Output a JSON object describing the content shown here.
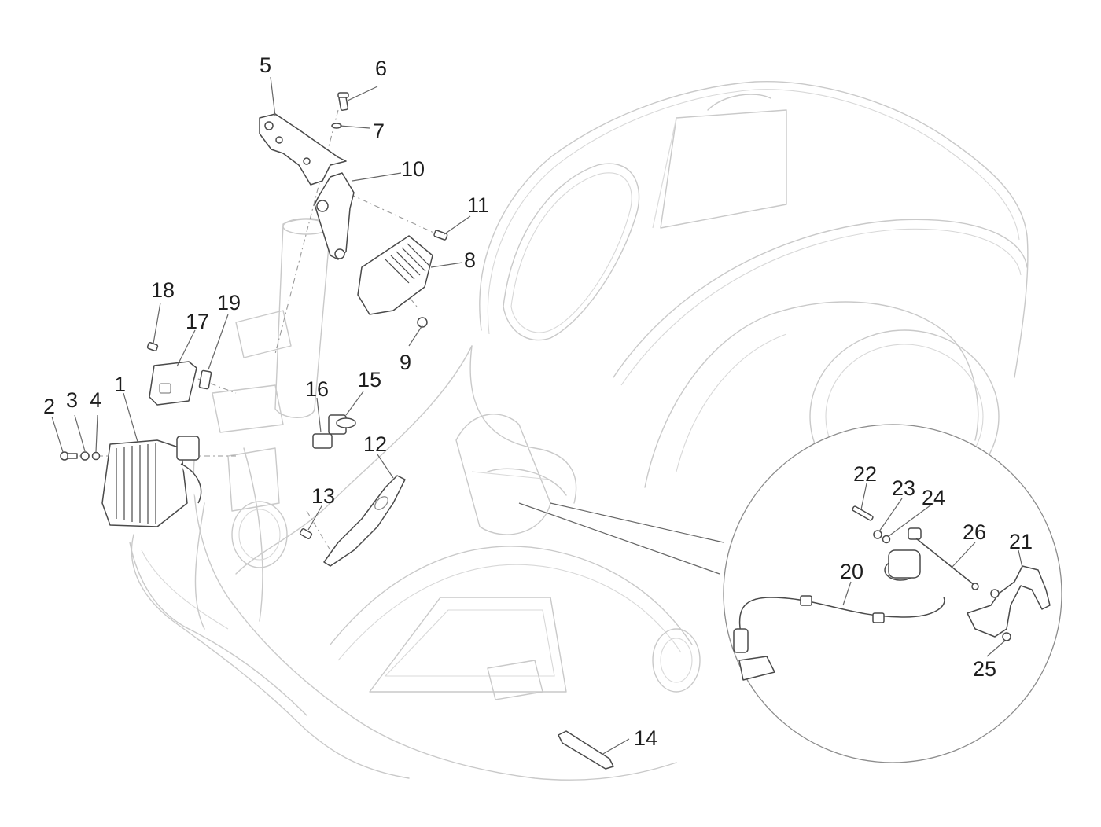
{
  "diagram": {
    "type": "exploded-parts-diagram",
    "subject": "scooter body electrical components",
    "colors": {
      "background": "#ffffff",
      "body_outline": "#c9c9c9",
      "part_outline": "#4a4a4a",
      "label_text": "#1e1e1e"
    },
    "parts": [
      {
        "id": "1",
        "label": "1",
        "description": "voltage regulator"
      },
      {
        "id": "2",
        "label": "2",
        "description": "screw"
      },
      {
        "id": "3",
        "label": "3",
        "description": "washer"
      },
      {
        "id": "4",
        "label": "4",
        "description": "washer"
      },
      {
        "id": "5",
        "label": "5",
        "description": "bracket"
      },
      {
        "id": "6",
        "label": "6",
        "description": "screw"
      },
      {
        "id": "7",
        "label": "7",
        "description": "washer"
      },
      {
        "id": "8",
        "label": "8",
        "description": "control unit"
      },
      {
        "id": "9",
        "label": "9",
        "description": "nut"
      },
      {
        "id": "10",
        "label": "10",
        "description": "bracket"
      },
      {
        "id": "11",
        "label": "11",
        "description": "screw"
      },
      {
        "id": "12",
        "label": "12",
        "description": "bracket"
      },
      {
        "id": "13",
        "label": "13",
        "description": "screw"
      },
      {
        "id": "14",
        "label": "14",
        "description": "clip"
      },
      {
        "id": "15",
        "label": "15",
        "description": "relay"
      },
      {
        "id": "16",
        "label": "16",
        "description": "rubber mount"
      },
      {
        "id": "17",
        "label": "17",
        "description": "plate"
      },
      {
        "id": "18",
        "label": "18",
        "description": "screw"
      },
      {
        "id": "19",
        "label": "19",
        "description": "clip"
      },
      {
        "id": "20",
        "label": "20",
        "description": "HT lead with spark plug cap"
      },
      {
        "id": "21",
        "label": "21",
        "description": "coil bracket"
      },
      {
        "id": "22",
        "label": "22",
        "description": "screw"
      },
      {
        "id": "23",
        "label": "23",
        "description": "washer"
      },
      {
        "id": "24",
        "label": "24",
        "description": "washer"
      },
      {
        "id": "25",
        "label": "25",
        "description": "nut"
      },
      {
        "id": "26",
        "label": "26",
        "description": "ground cable"
      }
    ]
  }
}
